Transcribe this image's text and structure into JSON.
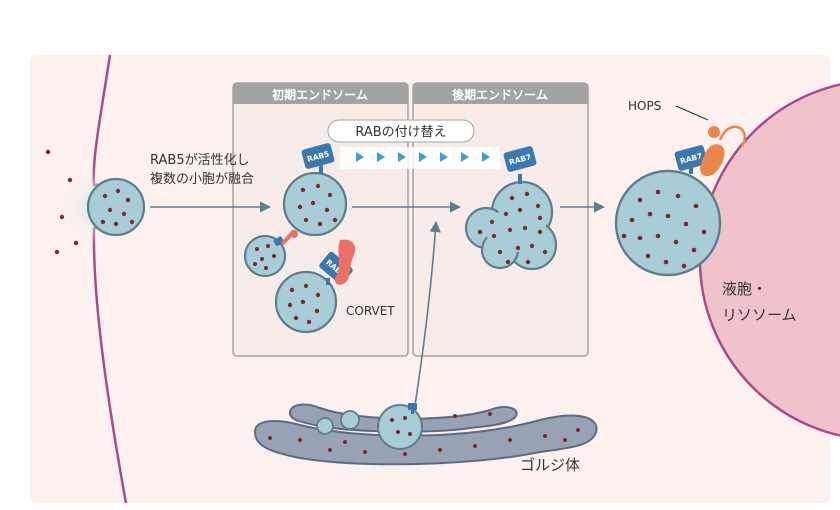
{
  "stages": {
    "early_endosome": "初期エンドソーム",
    "late_endosome": "後期エンドソーム"
  },
  "switch_label": "RABの付け替え",
  "fusion_label": {
    "line1": "RAB5が活性化し",
    "line2": "複数の小胞が融合"
  },
  "tags": {
    "rab5": "RAB5",
    "rab7": "RAB7"
  },
  "labels": {
    "corvet": "CORVET",
    "hops": "HOPS",
    "vacuole_line1": "液胞・",
    "vacuole_line2": "リソソーム",
    "golgi": "ゴルジ体"
  },
  "colors": {
    "cytoplasm": "#fdf1ef",
    "membrane": "#a94b8a",
    "vesicle_fill": "#a9cdd6",
    "vesicle_stroke": "#5d7f8c",
    "cargo_dot": "#7a2b2b",
    "panel_header": "#a3a3a3",
    "panel_fill": "#f7ecea",
    "arrow": "#5d7f8c",
    "rab_tag": "#3a78ad",
    "corvet": "#ec7067",
    "hops": "#e9864a",
    "vacuole": "#f0c2cb",
    "golgi_fill": "#97a2b5"
  }
}
